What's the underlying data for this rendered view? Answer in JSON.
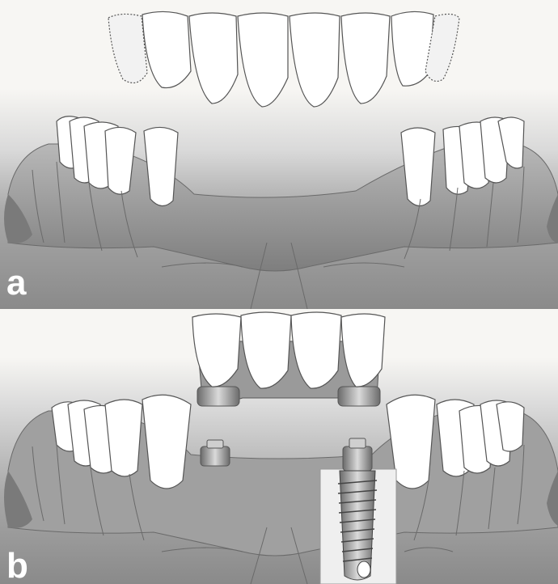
{
  "panels": [
    {
      "label": "a"
    },
    {
      "label": "b"
    }
  ],
  "colors": {
    "page_bg": "#f7f6f3",
    "gum_dark": "#8e8e8e",
    "gum_light": "#e2e2e2",
    "tooth_fill": "#ffffff",
    "outline": "#4a4a4a",
    "metal_dark": "#6b6b6b",
    "metal_light": "#d6d6d6",
    "label_color": "#ffffff"
  },
  "icons": [
    "upper-teeth-row",
    "prosthetic-bridge",
    "dental-implant-cutaway"
  ]
}
